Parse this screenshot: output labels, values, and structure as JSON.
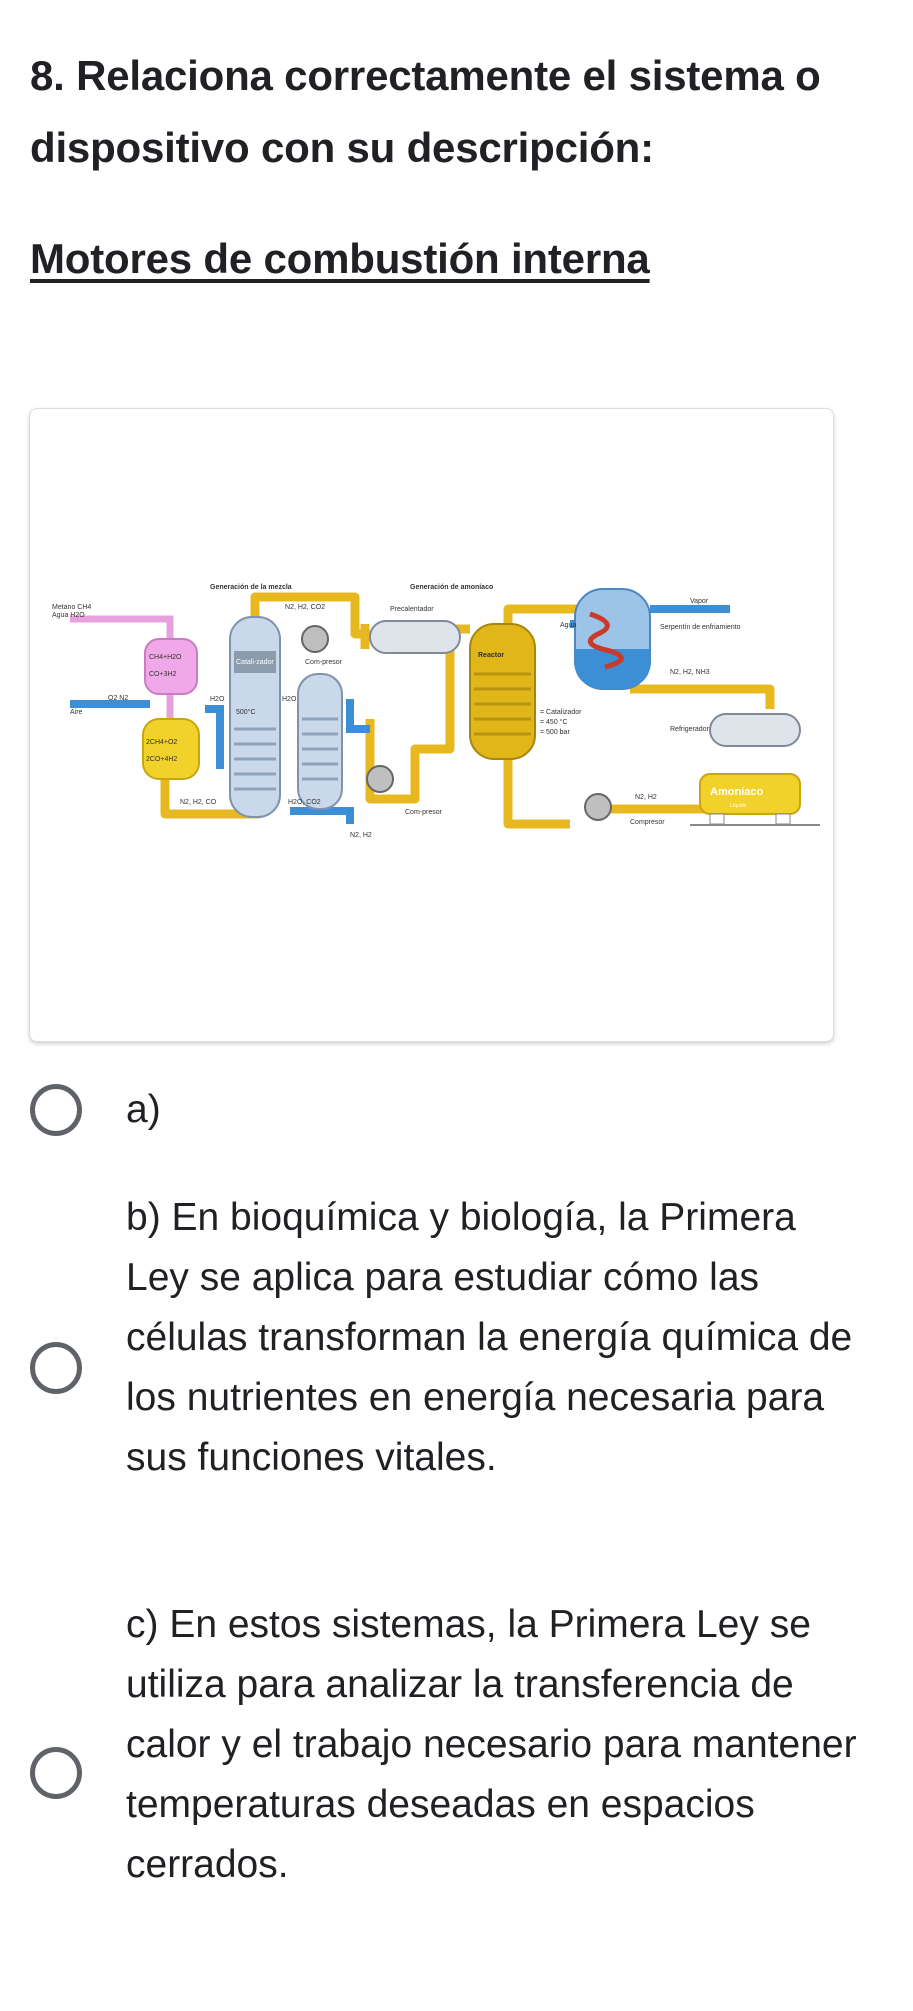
{
  "question": {
    "title": "8. Relaciona correctamente el sistema o dispositivo con su descripción:",
    "subtitle": "Motores de combustión interna"
  },
  "diagram": {
    "labels": {
      "gen_mezcla": "Generación de la mezcla",
      "gen_amoniaco": "Generación de amoníaco",
      "precalentador": "Precalentador",
      "vapor": "Vapor",
      "agua": "Agua",
      "serpentin": "Serpentín de enfriamiento",
      "metano": "Metano CH4",
      "agua_h2o": "Agua H2O",
      "ch4_h2o": "CH4+H2O",
      "co_3h2": "CO+3H2",
      "aire": "Aire",
      "o2": "O2 N2",
      "h2o_left": "H2O",
      "2ch4": "2CH4+O2",
      "2co": "2CO+4H2",
      "n2h2co": "N2, H2, CO",
      "n2h2co2": "N2, H2, CO2",
      "catalizador": "Catali-zador",
      "temp500": "500°C",
      "h2o_mid": "H2O",
      "compresor1": "Com-presor",
      "h2oco2": "H2O, CO2",
      "n2h2_bottom": "N2, H2",
      "reactor": "Reactor",
      "catalizador2": "= Catalizador",
      "temp450": "= 450 °C",
      "bar500": "= 500 bar",
      "compresor2": "Com-presor",
      "n2h2nh3": "N2, H2, NH3",
      "refrigerador": "Refrigerador",
      "n2h2_right": "N2, H2",
      "compresor3": "Compresor",
      "amoniaco": "Amoníaco",
      "liquido": "Líquido"
    }
  },
  "options": [
    {
      "label": "a)"
    },
    {
      "label": "b) En bioquímica y biología, la Primera Ley se aplica para estudiar cómo las células transforman la energía química de los nutrientes en energía necesaria para sus funciones vitales."
    },
    {
      "label": "c) En estos sistemas, la Primera Ley se utiliza para analizar la transferencia de calor y el trabajo necesario para mantener temperaturas deseadas en espacios cerrados."
    }
  ]
}
